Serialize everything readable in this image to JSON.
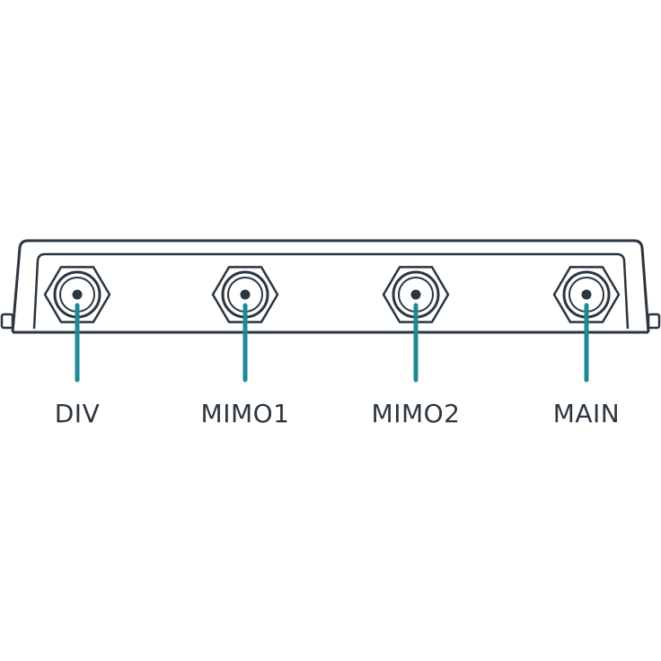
{
  "colors": {
    "outline": "#2b3640",
    "accent": "#1f8a96",
    "background": "#ffffff"
  },
  "ports": [
    {
      "label": "DIV",
      "icon": "coax-connector-icon"
    },
    {
      "label": "MIMO1",
      "icon": "coax-connector-icon"
    },
    {
      "label": "MIMO2",
      "icon": "coax-connector-icon"
    },
    {
      "label": "MAIN",
      "icon": "coax-connector-icon"
    }
  ]
}
